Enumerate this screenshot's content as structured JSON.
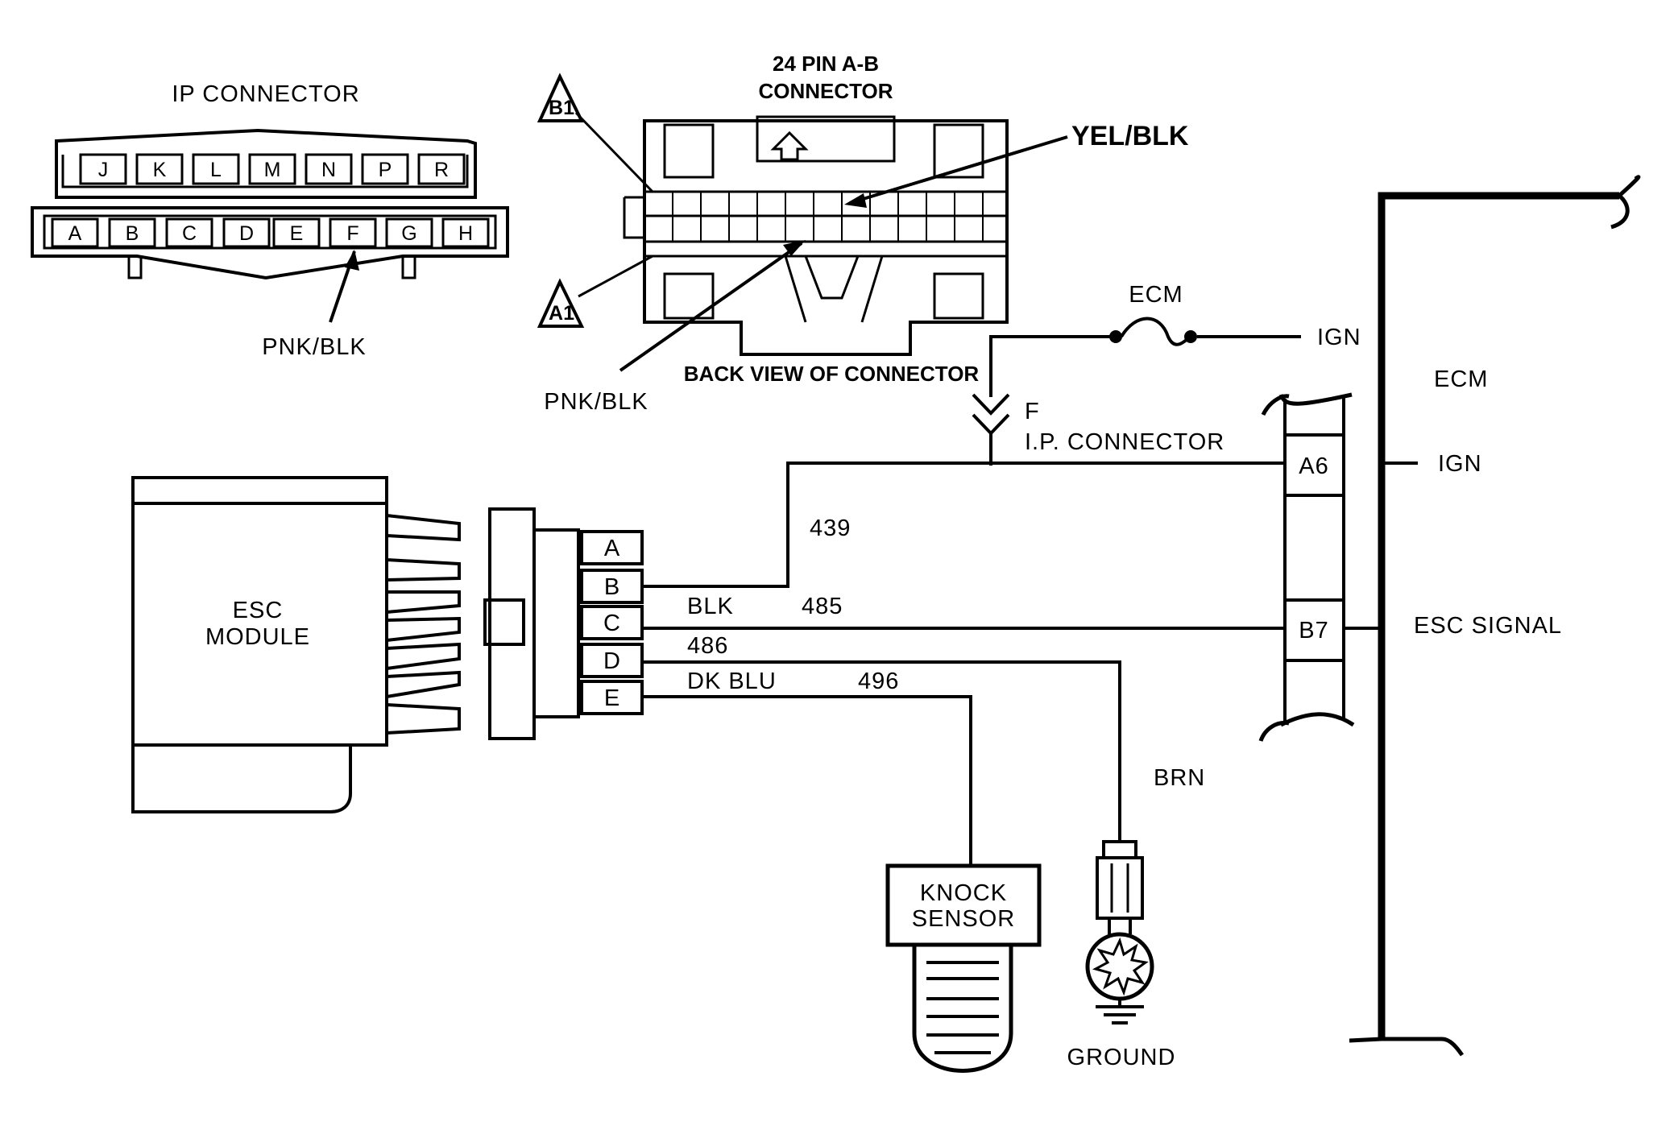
{
  "ip_connector": {
    "title": "IP CONNECTOR",
    "top_pins": [
      "J",
      "K",
      "L",
      "M",
      "N",
      "P",
      "R"
    ],
    "bottom_pins": [
      "A",
      "B",
      "C",
      "D",
      "E",
      "F",
      "G",
      "H"
    ],
    "pointer_label": "PNK/BLK"
  },
  "ab_connector": {
    "title_line1": "24 PIN A-B",
    "title_line2": "CONNECTOR",
    "marker_b1": "B1",
    "marker_a1": "A1",
    "yel_label": "YEL/BLK",
    "pnk_label": "PNK/BLK",
    "view_label": "BACK VIEW OF CONNECTOR"
  },
  "fuse": {
    "label": "ECM",
    "source": "IGN"
  },
  "ip_terminal": {
    "pin": "F",
    "label": "I.P. CONNECTOR"
  },
  "ecm": {
    "label": "ECM",
    "pins": [
      "A6",
      "B7"
    ],
    "ign_label": "IGN",
    "signal_label": "ESC SIGNAL"
  },
  "esc_module": {
    "line1": "ESC",
    "line2": "MODULE",
    "pins": [
      "A",
      "B",
      "C",
      "D",
      "E"
    ]
  },
  "wires": {
    "w439": "439",
    "blk": "BLK",
    "w485": "485",
    "w486": "486",
    "dkblu": "DK BLU",
    "w496": "496",
    "brn": "BRN"
  },
  "knock_sensor": {
    "line1": "KNOCK",
    "line2": "SENSOR"
  },
  "ground": {
    "label": "GROUND"
  }
}
